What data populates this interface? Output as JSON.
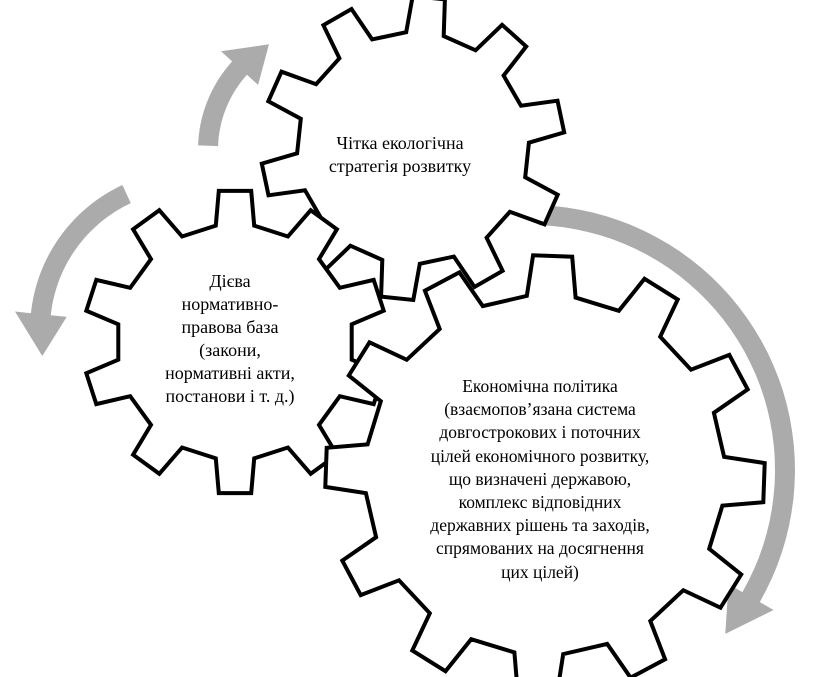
{
  "diagram": {
    "colors": {
      "gear_fill": "#ffffff",
      "gear_stroke": "#000000",
      "arrow_fill": "#ababab"
    },
    "gears": [
      {
        "id": "top",
        "lines": [
          "Чітка екологічна",
          "стратегія розвитку"
        ]
      },
      {
        "id": "left",
        "lines": [
          "Дієва",
          "нормативно-",
          "правова база",
          "(закони,",
          "нормативні акти,",
          "постанови і т. д.)"
        ]
      },
      {
        "id": "right",
        "lines": [
          "Економічна політика",
          "(взаємопов’язана система",
          "довгострокових і поточних",
          "цілей економічного розвитку,",
          "що визначені державою,",
          "комплекс відповідних",
          "державних рішень та заходів,",
          "спрямованих на досягнення",
          "цих цілей)"
        ]
      }
    ],
    "arrows": [
      {
        "id": "upper-left-arrow",
        "icon": "curved-arrow-up-icon"
      },
      {
        "id": "left-arrow",
        "icon": "curved-arrow-down-left-icon"
      },
      {
        "id": "right-arrow",
        "icon": "curved-arrow-down-right-icon"
      }
    ]
  }
}
